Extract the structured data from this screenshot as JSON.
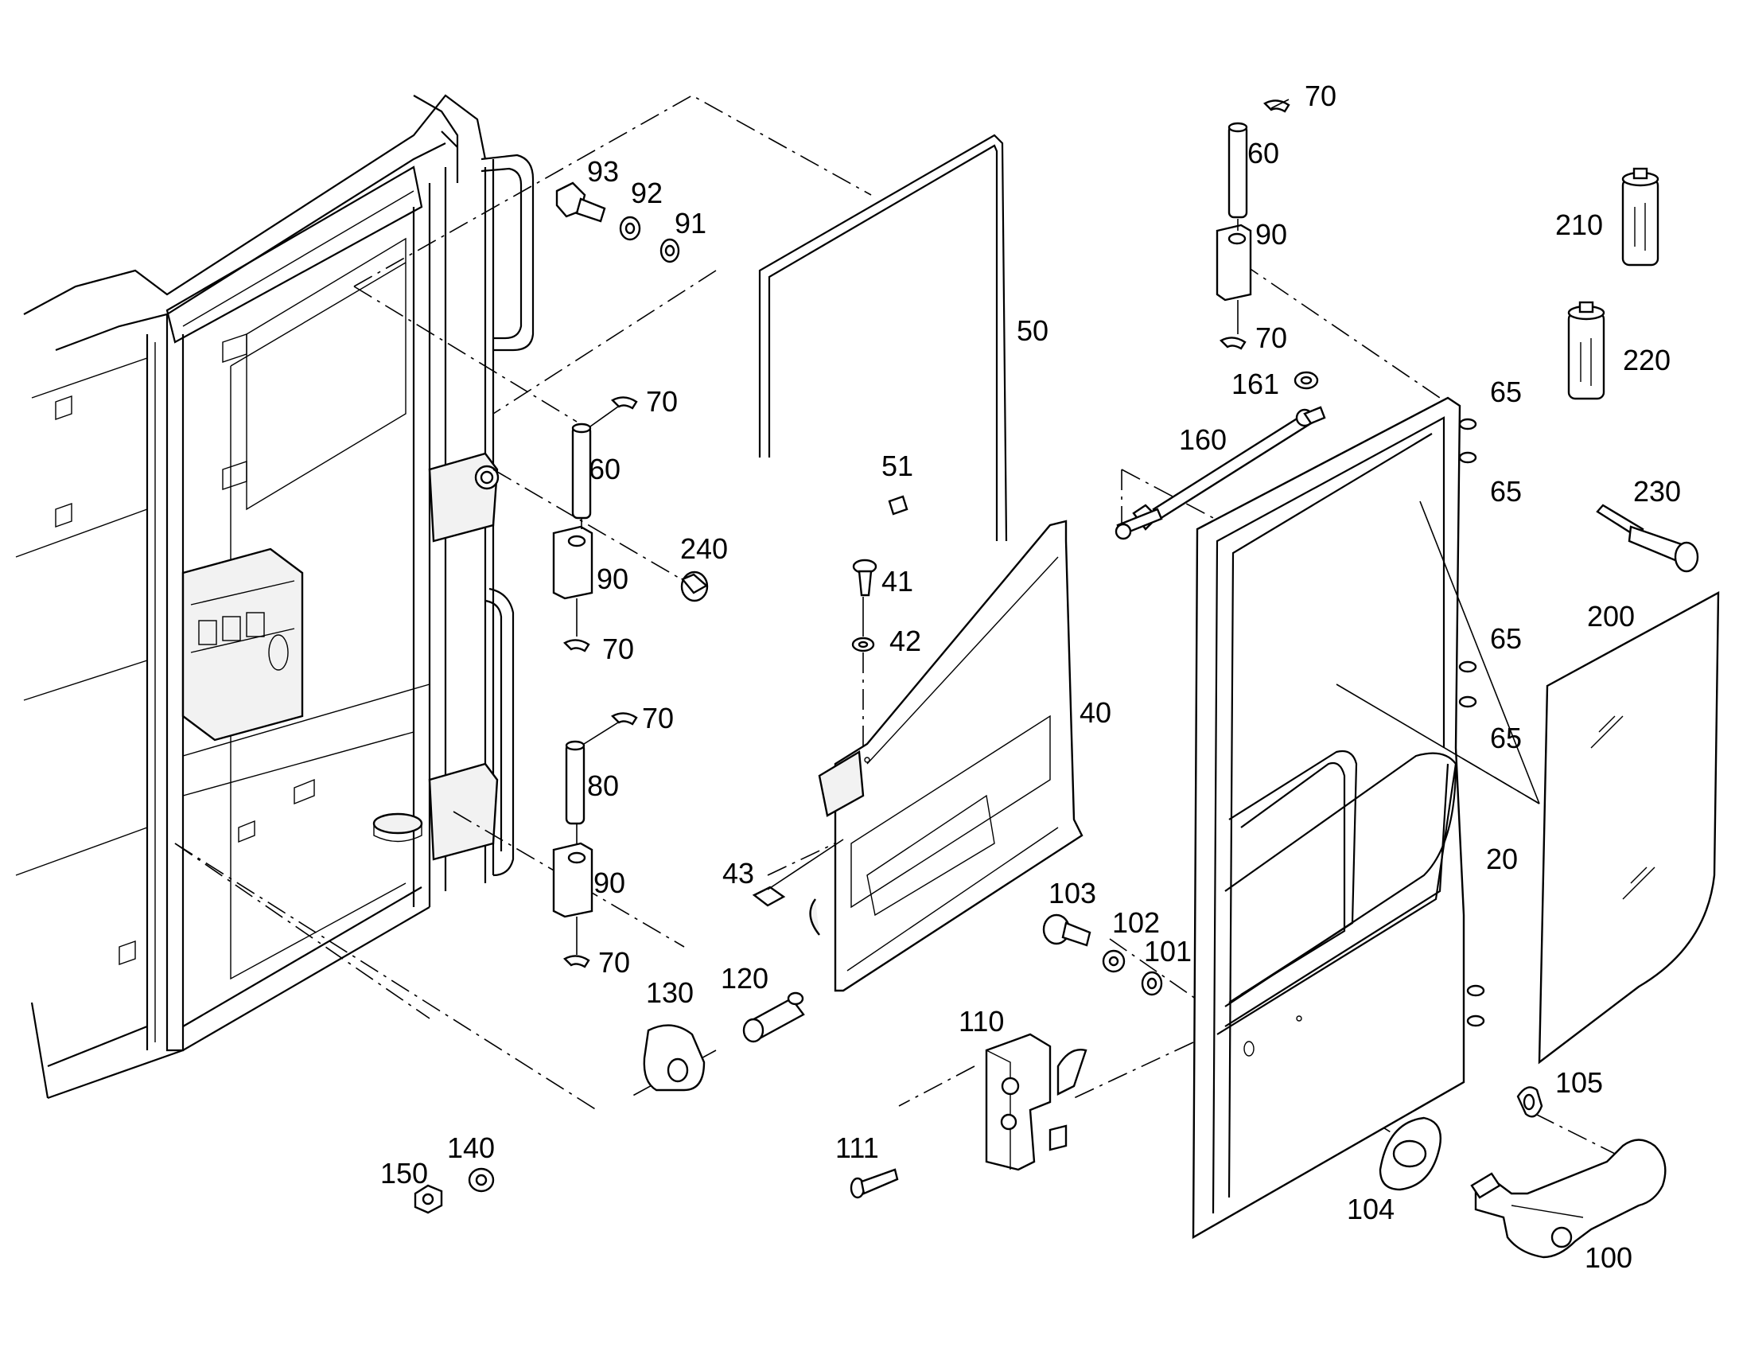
{
  "diagram": {
    "callouts": [
      {
        "id": "c93",
        "text": "93"
      },
      {
        "id": "c92",
        "text": "92"
      },
      {
        "id": "c91",
        "text": "91"
      },
      {
        "id": "c70a",
        "text": "70"
      },
      {
        "id": "c60a",
        "text": "60"
      },
      {
        "id": "c240",
        "text": "240"
      },
      {
        "id": "c90a",
        "text": "90"
      },
      {
        "id": "c70b",
        "text": "70"
      },
      {
        "id": "c70c",
        "text": "70"
      },
      {
        "id": "c80",
        "text": "80"
      },
      {
        "id": "c90b",
        "text": "90"
      },
      {
        "id": "c70d",
        "text": "70"
      },
      {
        "id": "c130",
        "text": "130"
      },
      {
        "id": "c120",
        "text": "120"
      },
      {
        "id": "c150",
        "text": "150"
      },
      {
        "id": "c140",
        "text": "140"
      },
      {
        "id": "c50",
        "text": "50"
      },
      {
        "id": "c51",
        "text": "51"
      },
      {
        "id": "c41",
        "text": "41"
      },
      {
        "id": "c42",
        "text": "42"
      },
      {
        "id": "c40",
        "text": "40"
      },
      {
        "id": "c43",
        "text": "43"
      },
      {
        "id": "c70e",
        "text": "70"
      },
      {
        "id": "c60b",
        "text": "60"
      },
      {
        "id": "c90c",
        "text": "90"
      },
      {
        "id": "c70f",
        "text": "70"
      },
      {
        "id": "c161",
        "text": "161"
      },
      {
        "id": "c160",
        "text": "160"
      },
      {
        "id": "c65a",
        "text": "65"
      },
      {
        "id": "c65b",
        "text": "65"
      },
      {
        "id": "c65c",
        "text": "65"
      },
      {
        "id": "c65d",
        "text": "65"
      },
      {
        "id": "c20",
        "text": "20"
      },
      {
        "id": "c103",
        "text": "103"
      },
      {
        "id": "c102",
        "text": "102"
      },
      {
        "id": "c101",
        "text": "101"
      },
      {
        "id": "c110",
        "text": "110"
      },
      {
        "id": "c111",
        "text": "111"
      },
      {
        "id": "c104",
        "text": "104"
      },
      {
        "id": "c100",
        "text": "100"
      },
      {
        "id": "c105",
        "text": "105"
      },
      {
        "id": "c210",
        "text": "210"
      },
      {
        "id": "c220",
        "text": "220"
      },
      {
        "id": "c230",
        "text": "230"
      },
      {
        "id": "c200",
        "text": "200"
      }
    ]
  }
}
